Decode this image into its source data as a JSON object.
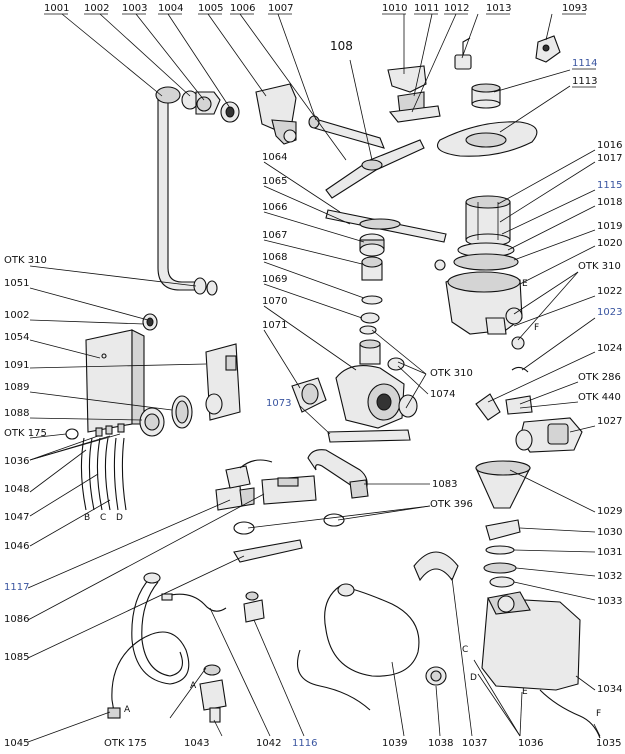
{
  "labels": {
    "l1001": "1001",
    "l1002a": "1002",
    "l1003": "1003",
    "l1004": "1004",
    "l1005": "1005",
    "l1006": "1006",
    "l1007": "1007",
    "l108": "108",
    "l1010": "1010",
    "l1011": "1011",
    "l1012": "1012",
    "l1013": "1013",
    "l1093": "1093",
    "l1114": "1114",
    "l1113": "1113",
    "l1016": "1016",
    "l1017": "1017",
    "l1115": "1115",
    "l1018": "1018",
    "l1019": "1019",
    "l1020": "1020",
    "lotk310r": "OTK 310",
    "l1022": "1022",
    "l1023": "1023",
    "l1024": "1024",
    "lotk286": "OTK 286",
    "lotk440": "OTK 440",
    "l1027": "1027",
    "l1064": "1064",
    "l1065": "1065",
    "l1066": "1066",
    "l1067": "1067",
    "l1068": "1068",
    "l1069": "1069",
    "l1070": "1070",
    "l1071": "1071",
    "lotk310m": "OTK 310",
    "l1074": "1074",
    "l1073": "1073",
    "lotk310l": "OTK 310",
    "l1051": "1051",
    "l1002b": "1002",
    "l1054": "1054",
    "l1091": "1091",
    "l1089": "1089",
    "l1088": "1088",
    "lotk175a": "OTK 175",
    "l1036a": "1036",
    "l1048": "1048",
    "l1047": "1047",
    "l1046": "1046",
    "l1083": "1083",
    "lotk396": "OTK 396",
    "l1029": "1029",
    "l1030": "1030",
    "l1031": "1031",
    "l1032": "1032",
    "l1033": "1033",
    "l1117": "1117",
    "l1086": "1086",
    "l1085": "1085",
    "l1034": "1034",
    "l1045": "1045",
    "lotk175b": "OTK 175",
    "l1043": "1043",
    "l1042": "1042",
    "l1116": "1116",
    "l1039": "1039",
    "l1038": "1038",
    "l1037": "1037",
    "l1036b": "1036",
    "l1035": "1035"
  },
  "letters": {
    "b": "B",
    "c": "C",
    "d": "D",
    "e": "E",
    "f": "F",
    "a1": "A",
    "a2": "A",
    "c2": "C",
    "d2": "D",
    "e2": "E",
    "f2": "F"
  }
}
